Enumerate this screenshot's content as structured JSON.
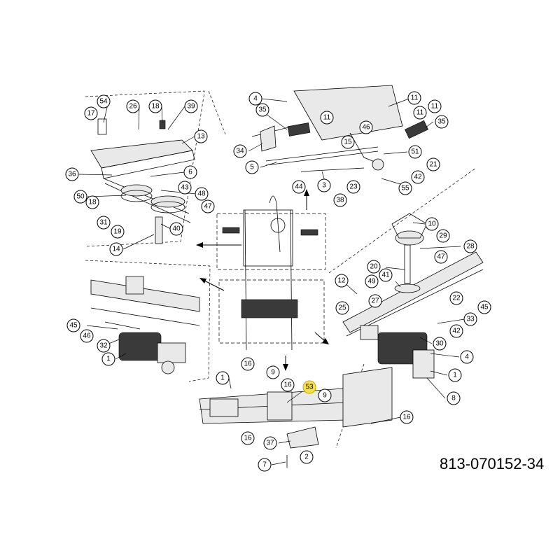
{
  "document_number": "813-070152-34",
  "colors": {
    "highlight": "#f5e14a",
    "line": "#000000",
    "background": "#ffffff"
  },
  "callouts": {
    "top_left": [
      "54",
      "26",
      "18",
      "39",
      "17",
      "13",
      "36",
      "6",
      "43",
      "50",
      "48",
      "18",
      "47",
      "31",
      "40",
      "19",
      "14"
    ],
    "top_center": [
      "4",
      "11",
      "11",
      "35",
      "11",
      "11",
      "46",
      "35",
      "34",
      "15",
      "51",
      "5",
      "44",
      "3",
      "23",
      "21",
      "38",
      "42",
      "55"
    ],
    "right": [
      "10",
      "29",
      "28",
      "47",
      "20",
      "41",
      "12",
      "49",
      "45",
      "22",
      "25",
      "27",
      "33",
      "42",
      "30",
      "4",
      "1",
      "8"
    ],
    "left": [
      "45",
      "46",
      "32",
      "1"
    ],
    "bottom": [
      "1",
      "16",
      "9",
      "16",
      "53",
      "9",
      "16",
      "16",
      "37",
      "2",
      "7"
    ]
  },
  "highlighted_callout": "53"
}
